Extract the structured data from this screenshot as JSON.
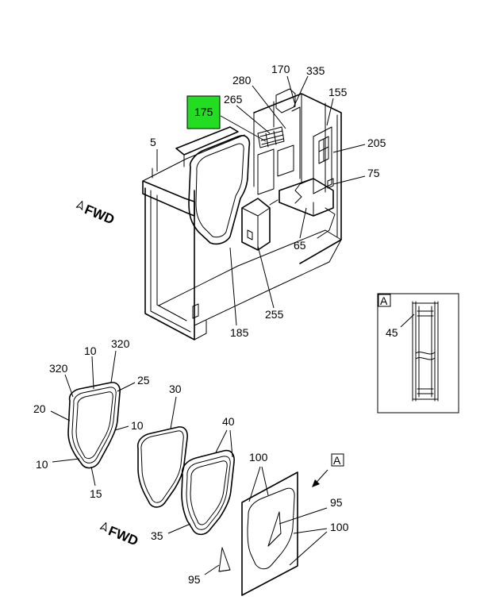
{
  "diagram": {
    "highlight_color": "#22dd22",
    "highlighted_label": "175",
    "labels": {
      "l170": "170",
      "l335": "335",
      "l280": "280",
      "l265": "265",
      "l175": "175",
      "l155": "155",
      "l5": "5",
      "l205": "205",
      "l75": "75",
      "l65": "65",
      "l255": "255",
      "l185": "185",
      "l45": "45",
      "l10a": "10",
      "l320a": "320",
      "l320b": "320",
      "l25": "25",
      "l20": "20",
      "l10b": "10",
      "l10c": "10",
      "l15": "15",
      "l30": "30",
      "l40": "40",
      "l100a": "100",
      "l95a": "95",
      "l100b": "100",
      "l35": "35",
      "l95b": "95"
    },
    "detail_letter": "A",
    "detail_ref_letter": "A",
    "fwd_top": "FWD",
    "fwd_bottom": "FWD"
  }
}
